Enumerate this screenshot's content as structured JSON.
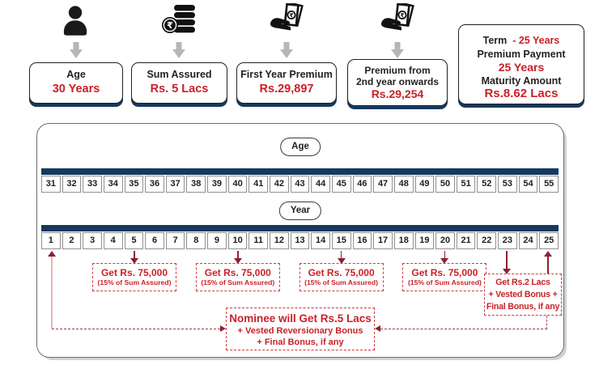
{
  "top": {
    "cards": [
      {
        "icon": "person-icon",
        "title_lines": [
          "Age"
        ],
        "value": "30 Years"
      },
      {
        "icon": "rupee-coins-icon",
        "title_lines": [
          "Sum Assured"
        ],
        "value": "Rs. 5 Lacs"
      },
      {
        "icon": "cash-in-hand-icon",
        "title_lines": [
          "First Year Premium"
        ],
        "value": "Rs.29,897"
      },
      {
        "icon": "cash-in-hand-icon",
        "title_lines": [
          "Premium from",
          "2nd year onwards"
        ],
        "value": "Rs.29,254"
      }
    ],
    "summary": {
      "term_label": "Term",
      "term_value": "- 25 Years",
      "premium_payment_label": "Premium Payment",
      "premium_payment_value": "25 Years",
      "maturity_label": "Maturity Amount",
      "maturity_value": "Rs.8.62 Lacs"
    }
  },
  "timeline": {
    "age_label": "Age",
    "year_label": "Year",
    "ages": [
      31,
      32,
      33,
      34,
      35,
      36,
      37,
      38,
      39,
      40,
      41,
      42,
      43,
      44,
      45,
      46,
      47,
      48,
      49,
      50,
      51,
      52,
      53,
      54,
      55
    ],
    "years": [
      1,
      2,
      3,
      4,
      5,
      6,
      7,
      8,
      9,
      10,
      11,
      12,
      13,
      14,
      15,
      16,
      17,
      18,
      19,
      20,
      21,
      22,
      23,
      24,
      25
    ],
    "payout": {
      "line1": "Get Rs. 75,000",
      "line2": "(15% of Sum Assured)",
      "at_years": [
        5,
        10,
        15,
        20
      ]
    },
    "maturity_benefit": {
      "at_year": 25,
      "lines": [
        "Get Rs.2 Lacs",
        "+ Vested Bonus +",
        "Final Bonus, if any"
      ]
    },
    "death_benefit": {
      "lines": [
        "Nominee will Get Rs.5 Lacs",
        "+ Vested Reversionary Bonus",
        "+ Final Bonus, if any"
      ]
    }
  },
  "colors": {
    "accent_red": "#c92127",
    "navy": "#15395e",
    "arrow_maroon": "#8e2031",
    "dashed_red": "#d0393f",
    "gray_arrow": "#b5b6b8"
  }
}
